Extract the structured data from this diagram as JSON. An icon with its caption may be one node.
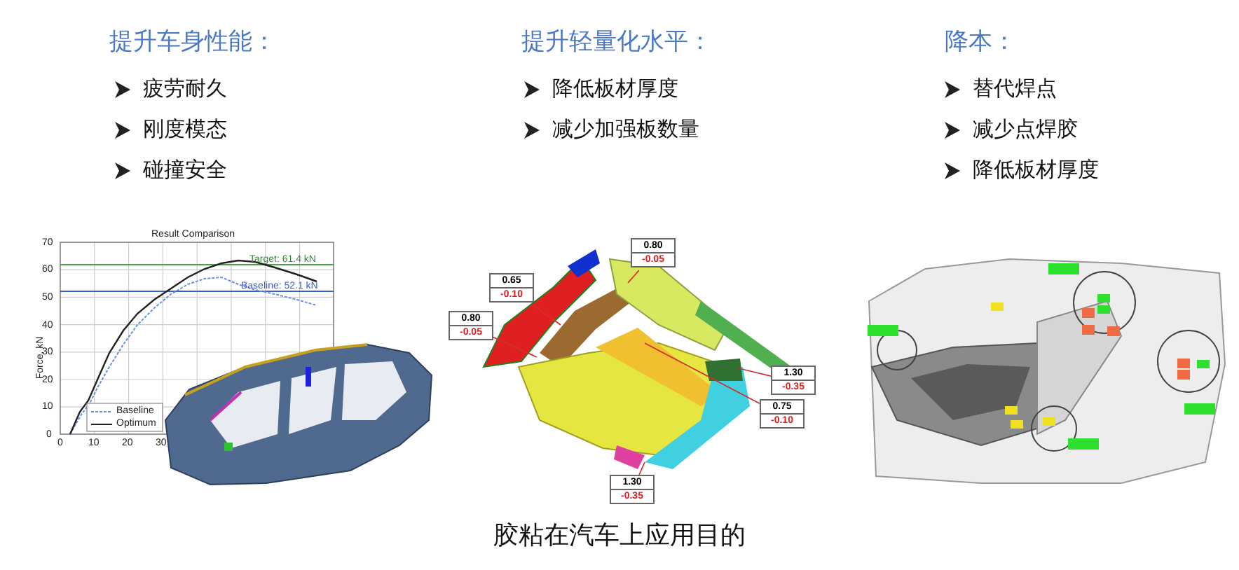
{
  "diagram": {
    "caption": "胶粘在汽车上应用目的",
    "nodes": [
      {
        "text": [
          "0.80",
          "-0.05"
        ]
      },
      {
        "text": [
          "0.65",
          "-0.10"
        ]
      },
      {
        "text": [
          "0.80",
          "-0.05"
        ]
      },
      {
        "text": [
          "1.30",
          "-0.35"
        ]
      },
      {
        "text": [
          "0.75",
          "-0.10"
        ]
      },
      {
        "text": [
          "1.30",
          "-0.35"
        ]
      }
    ],
    "edges": [
      {
        "from": 0,
        "to": null,
        "arrow": "none"
      },
      {
        "from": 1,
        "to": null,
        "arrow": "none"
      },
      {
        "from": 2,
        "to": null,
        "arrow": "none"
      },
      {
        "from": 3,
        "to": null,
        "arrow": "none"
      },
      {
        "from": 4,
        "to": null,
        "arrow": "none"
      },
      {
        "from": 5,
        "to": null,
        "arrow": "none"
      }
    ],
    "labels": [
      "提升车身性能：",
      "疲劳耐久",
      "刚度模态",
      "碰撞安全",
      "提升轻量化水平：",
      "降低板材厚度",
      "减少加强板数量",
      "降本：",
      "替代焊点",
      "减少点焊胶",
      "降低板材厚度",
      "Result Comparison",
      "Target: 61.4 kN",
      "Baseline: 52.1 kN",
      "Force, kN",
      "70",
      "60",
      "50",
      "40",
      "30",
      "20",
      "10",
      "0",
      "0",
      "10",
      "20",
      "30",
      "Baseline",
      "Optimum"
    ]
  }
}
